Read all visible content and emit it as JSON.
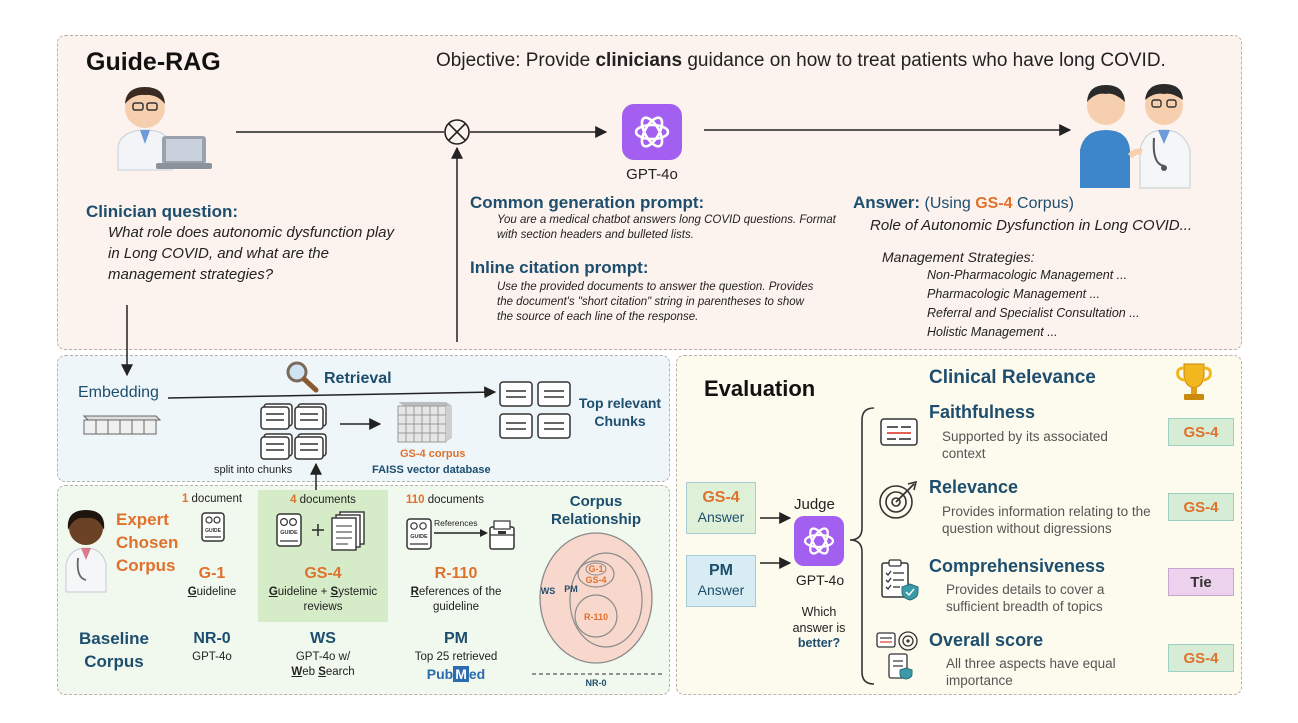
{
  "top": {
    "title": "Guide-RAG",
    "objective_prefix": "Objective: Provide ",
    "objective_bold": "clinicians",
    "objective_suffix": " guidance on how to treat patients who have long COVID.",
    "model_label": "GPT-4o",
    "clinician_question_heading": "Clinician question:",
    "clinician_question_text": "What role does autonomic dysfunction play in Long COVID, and what are the management strategies?",
    "common_prompt_heading": "Common generation prompt:",
    "common_prompt_text": "You are a medical chatbot answers long COVID questions. Format with section headers and bulleted lists.",
    "citation_prompt_heading": "Inline citation prompt:",
    "citation_prompt_text": "Use the provided documents to answer the question. Provides the document's \"short citation\" string in parentheses to show the source of each line of the response.",
    "answer_heading": "Answer:",
    "answer_using_prefix": "(Using ",
    "answer_using_corpus": "GS-4",
    "answer_using_suffix": " Corpus)",
    "answer_title": "Role of Autonomic Dysfunction in Long COVID...",
    "management_heading": "Management Strategies:",
    "management_items": [
      "Non-Pharmacologic Management ...",
      "Pharmacologic Management ...",
      "Referral and Specialist Consultation ...",
      "Holistic Management ..."
    ]
  },
  "retrieval": {
    "embedding_label": "Embedding",
    "retrieval_label": "Retrieval",
    "split_label": "split into chunks",
    "corpus_label": "GS-4 corpus",
    "faiss_label": "FAISS vector database",
    "top_chunks_label": "Top relevant Chunks"
  },
  "corpus": {
    "expert_label": "Expert Chosen Corpus",
    "baseline_label": "Baseline Corpus",
    "g1": {
      "count_num": "1",
      "count_word": " document",
      "name": "G-1",
      "desc_u": "G",
      "desc_rest": "uideline"
    },
    "gs4": {
      "count_num": "4",
      "count_word": " documents",
      "name": "GS-4",
      "desc_u1": "G",
      "desc_mid1": "uideline + ",
      "desc_u2": "S",
      "desc_mid2": "ystemic reviews"
    },
    "r110": {
      "count_num": "110",
      "count_word": " documents",
      "references_label": "References",
      "name": "R-110",
      "desc_u": "R",
      "desc_rest": "eferences of the guideline"
    },
    "nr0": {
      "name": "NR-0",
      "desc": "GPT-4o"
    },
    "ws": {
      "name": "WS",
      "desc_pre": "GPT-4o w/",
      "desc_u1": "W",
      "desc_mid": "eb ",
      "desc_u2": "S",
      "desc_rest": "earch"
    },
    "pm": {
      "name": "PM",
      "desc": "Top 25 retrieved",
      "pubmed_pre": "Pub",
      "pubmed_post": "ed"
    },
    "relationship_title": "Corpus Relationship",
    "venn": {
      "g1": "G-1",
      "gs4": "GS-4",
      "r110": "R-110",
      "pm": "PM",
      "ws": "WS",
      "nr0": "NR-0"
    },
    "guide_icon_text": "GUIDE"
  },
  "evaluation": {
    "title": "Evaluation",
    "clinical_relevance": "Clinical Relevance",
    "gs4_answer_name": "GS-4",
    "gs4_answer_word": "Answer",
    "pm_answer_name": "PM",
    "pm_answer_word": "Answer",
    "judge_label": "Judge",
    "judge_model": "GPT-4o",
    "which_prefix": "Which answer is",
    "which_better": "better?",
    "criteria": [
      {
        "name": "Faithfulness",
        "desc": "Supported by its associated context",
        "verdict": "GS-4"
      },
      {
        "name": "Relevance",
        "desc": "Provides information relating to the question without digressions",
        "verdict": "GS-4"
      },
      {
        "name": "Comprehensiveness",
        "desc": "Provides details to cover a sufficient breadth of topics",
        "verdict": "Tie"
      },
      {
        "name": "Overall score",
        "desc": "All three aspects have equal importance",
        "verdict": "GS-4"
      }
    ]
  },
  "colors": {
    "teal": "#1d4e6e",
    "orange": "#e0712c",
    "gpt_purple": "#a25ff0",
    "top_panel_bg": "#fdf3ee",
    "retrieval_panel_bg": "#eef6fa",
    "corpus_panel_bg": "#f1f8ee",
    "eval_panel_bg": "#fdfbee",
    "gs4_highlight": "#d6ecc9",
    "tie_bg": "#ecd2ec"
  }
}
